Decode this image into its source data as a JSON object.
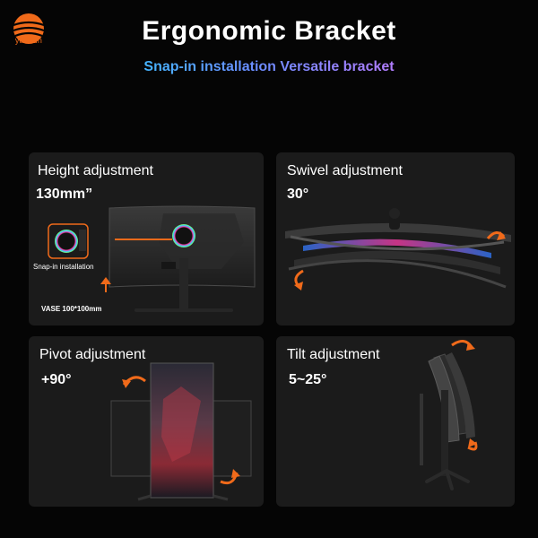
{
  "brand": {
    "name": "yanxun"
  },
  "header": {
    "title": "Ergonomic Bracket",
    "subtitle": "Snap-in installation Versatile bracket"
  },
  "cards": [
    {
      "title": "Height adjustment",
      "value": "130mm”",
      "labels": {
        "snap": "Snap-in installation",
        "vesa": "VASE 100*100mm"
      }
    },
    {
      "title": "Swivel adjustment",
      "value": "30°"
    },
    {
      "title": "Pivot adjustment",
      "value": "+90°"
    },
    {
      "title": "Tilt adjustment",
      "value": "5~25°"
    }
  ],
  "colors": {
    "accent": "#f06a1a",
    "card_bg": "#1b1b1b",
    "page_bg": "#050505"
  },
  "icons": [
    "brand-logo-icon",
    "rotate-arrow-icon",
    "up-arrow-icon"
  ]
}
